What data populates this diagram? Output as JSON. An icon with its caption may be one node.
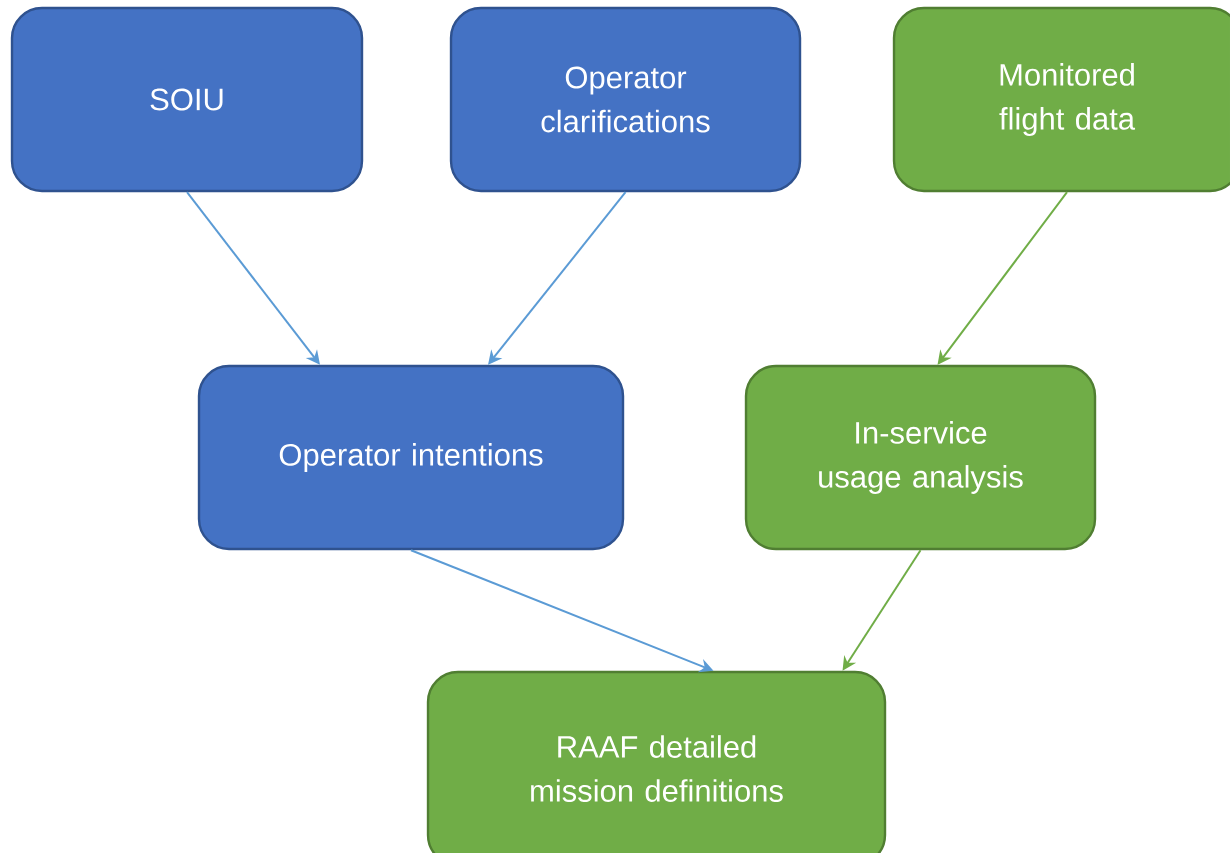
{
  "diagram": {
    "nodes": [
      {
        "text": [
          "SOIU"
        ]
      },
      {
        "text": [
          "Operator clarifications"
        ]
      },
      {
        "text": [
          "Monitored flight data"
        ]
      },
      {
        "text": [
          "Operator intentions"
        ]
      },
      {
        "text": [
          "In-service usage analysis"
        ]
      },
      {
        "text": [
          "RAAF detailed mission definitions"
        ]
      }
    ],
    "edges": [
      {
        "from": 0,
        "to": 3,
        "arrow": "to"
      },
      {
        "from": 1,
        "to": 3,
        "arrow": "to"
      },
      {
        "from": 2,
        "to": 4,
        "arrow": "to",
        "color": "#70ad47"
      },
      {
        "from": 3,
        "to": 5,
        "arrow": "to"
      },
      {
        "from": 4,
        "to": 5,
        "arrow": "to",
        "color": "#70ad47"
      }
    ]
  }
}
